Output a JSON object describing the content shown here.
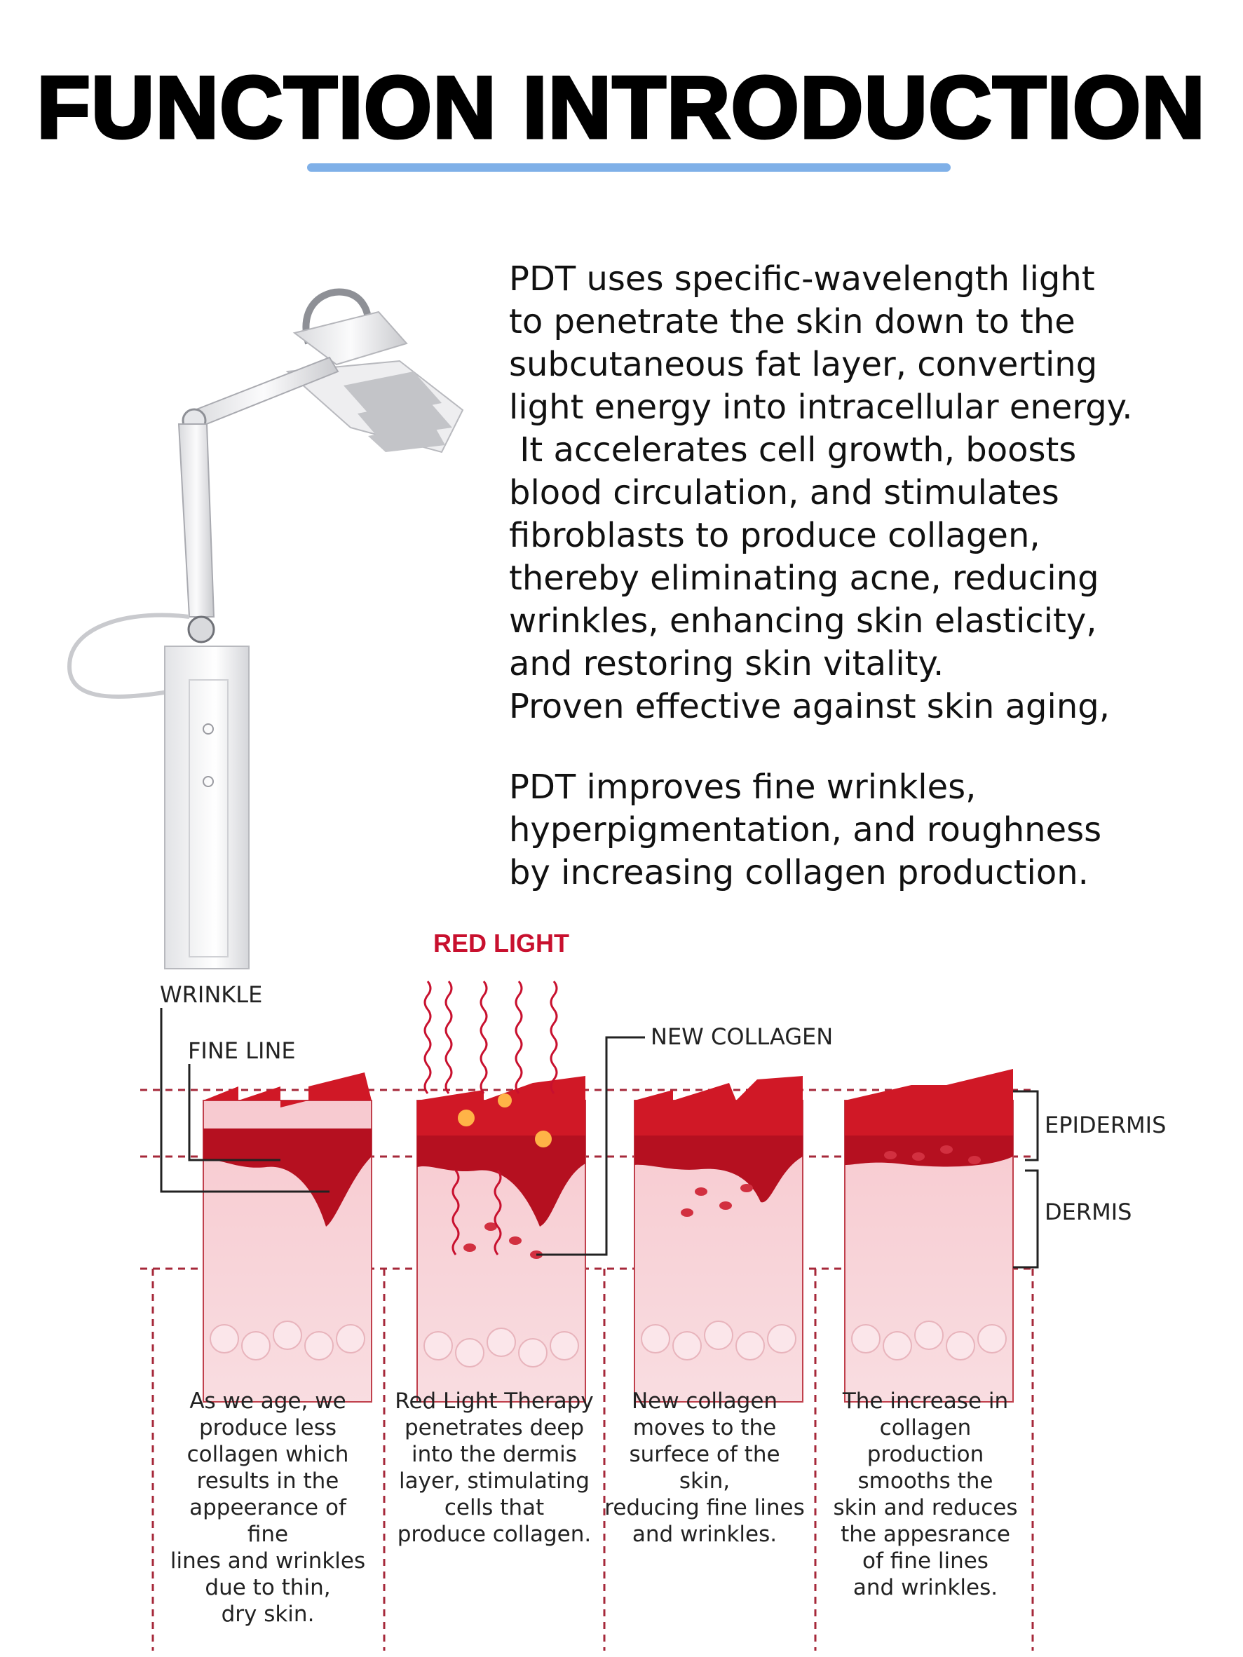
{
  "title": "FUNCTION INTRODUCTION",
  "colors": {
    "accent_underline": "#7fb0e8",
    "red_light": "#c8102e",
    "skin_top": "#d01826",
    "skin_body": "#f2b7c0",
    "guide_line": "#a6283a"
  },
  "image": {
    "subject": "pdt-light-therapy-device-icon"
  },
  "description": {
    "paragraph1": "PDT uses specific-wavelength light\nto penetrate the skin down to the\nsubcutaneous fat layer, converting\nlight energy into intracellular energy.\n It accelerates cell growth, boosts\nblood circulation, and stimulates\nfibroblasts to produce collagen,\nthereby eliminating acne, reducing\nwrinkles, enhancing skin elasticity,\nand restoring skin vitality.\nProven effective against skin aging,",
    "paragraph2": "PDT improves fine wrinkles,\nhyperpigmentation, and roughness\nby increasing collagen production."
  },
  "diagram": {
    "labels": {
      "red_light": "RED LIGHT",
      "wrinkle": "WRINKLE",
      "fine_line": "FINE LINE",
      "new_collagen": "NEW COLLAGEN",
      "epidermis": "EPIDERMIS",
      "dermis": "DERMIS"
    },
    "captions": [
      "As we age, we\nproduce less\ncollagen which\nresults in the\nappeerance of fine\nlines and wrinkles\ndue to thin,\ndry skin.",
      "Red Light Therapy\npenetrates deep\ninto the dermis\nlayer, stimulating\ncells that\nproduce collagen.",
      "New collagen\nmoves to the\nsurfece of the skin,\nreducing fine lines\nand wrinkles.",
      "The increase in\ncollagen\nproduction\nsmooths the\nskin and reduces\nthe appesrance\nof fine lines\nand wrinkles."
    ]
  }
}
